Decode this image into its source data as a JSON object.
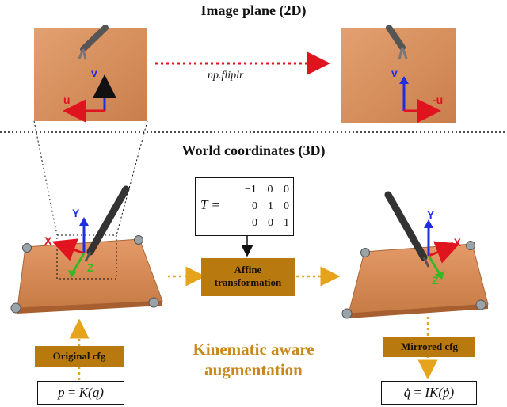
{
  "top_section": {
    "title": "Image plane (2D)",
    "operation": "np.fliplr",
    "left_axes": {
      "v": "v",
      "u": "u"
    },
    "right_axes": {
      "v": "v",
      "u": "-u"
    }
  },
  "bottom_section": {
    "title": "World coordinates (3D)",
    "left_axes": {
      "y": "Y",
      "x": "X",
      "z": "Z"
    },
    "right_axes": {
      "y": "Y",
      "x": "-X",
      "z": "Z"
    },
    "transform_matrix": {
      "lhs": "T =",
      "rows": [
        [
          "−1",
          "0",
          "0"
        ],
        [
          "0",
          "1",
          "0"
        ],
        [
          "0",
          "0",
          "1"
        ]
      ]
    },
    "affine_label": "Affine transformation",
    "original_label": "Original cfg",
    "mirrored_label": "Mirrored cfg",
    "augmentation_label": "Kinematic aware augmentation",
    "original_formula": {
      "lhs": "p",
      "eq": " = ",
      "fn": "K",
      "arg": "(q)"
    },
    "mirrored_formula": {
      "lhs": "q̇",
      "eq": " = ",
      "fn": "IK",
      "arg": "(ṗ)"
    }
  },
  "colors": {
    "accent_orange": "#b87a0e",
    "augmentation_text": "#c8881a",
    "arrow_orange": "#e6a41c",
    "flip_arrow_red": "#e0141e",
    "axis_red": "#e0141e",
    "axis_blue": "#1f2fe0",
    "axis_green": "#35b823",
    "tissue": "#d9925f"
  }
}
